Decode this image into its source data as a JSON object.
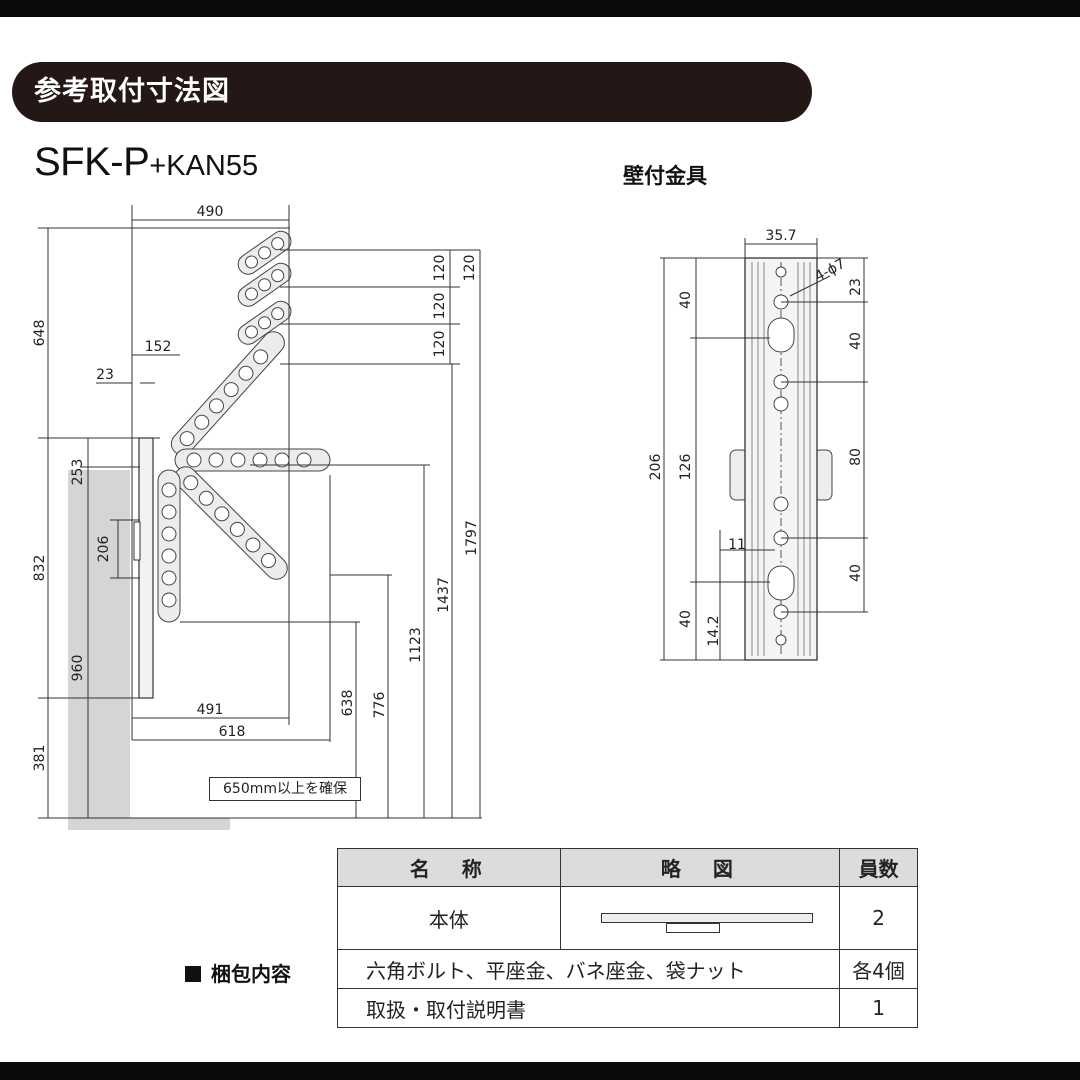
{
  "header": {
    "title": "参考取付寸法図"
  },
  "model": {
    "main": "SFK-P",
    "sub": "+KAN55"
  },
  "bracket": {
    "title": "壁付金具"
  },
  "side_view": {
    "dimensions": {
      "top_width": "490",
      "arm_offset": "152",
      "wall_gap": "23",
      "height_upper": "648",
      "height_middle": "832",
      "height_lower": "381",
      "bracket_to_top": "253",
      "bracket_height": "206",
      "floor_to_bracket": "960",
      "spacing_1": "120",
      "spacing_2": "120",
      "spacing_3": "120",
      "spacing_4": "120",
      "h_1797": "1797",
      "h_1437": "1437",
      "h_1123": "1123",
      "h_776": "776",
      "h_638": "638",
      "width_491": "491",
      "width_618": "618"
    },
    "note": "650mm以上を確保"
  },
  "bracket_view": {
    "dimensions": {
      "width": "35.7",
      "hole": "4-ϕ7",
      "top_offset": "23",
      "right_upper": "40",
      "right_middle": "80",
      "right_lower": "40",
      "total_height": "206",
      "inner_height": "126",
      "left_upper": "40",
      "left_lower": "40",
      "slot_width": "11",
      "slot_offset": "14.2"
    }
  },
  "contents": {
    "label": "梱包内容",
    "headers": [
      "名　称",
      "略　図",
      "員数"
    ],
    "rows": [
      {
        "name": "本体",
        "qty": "2"
      },
      {
        "name": "六角ボルト、平座金、バネ座金、袋ナット",
        "qty": "各4個"
      },
      {
        "name": "取扱・取付説明書",
        "qty": "1"
      }
    ]
  }
}
